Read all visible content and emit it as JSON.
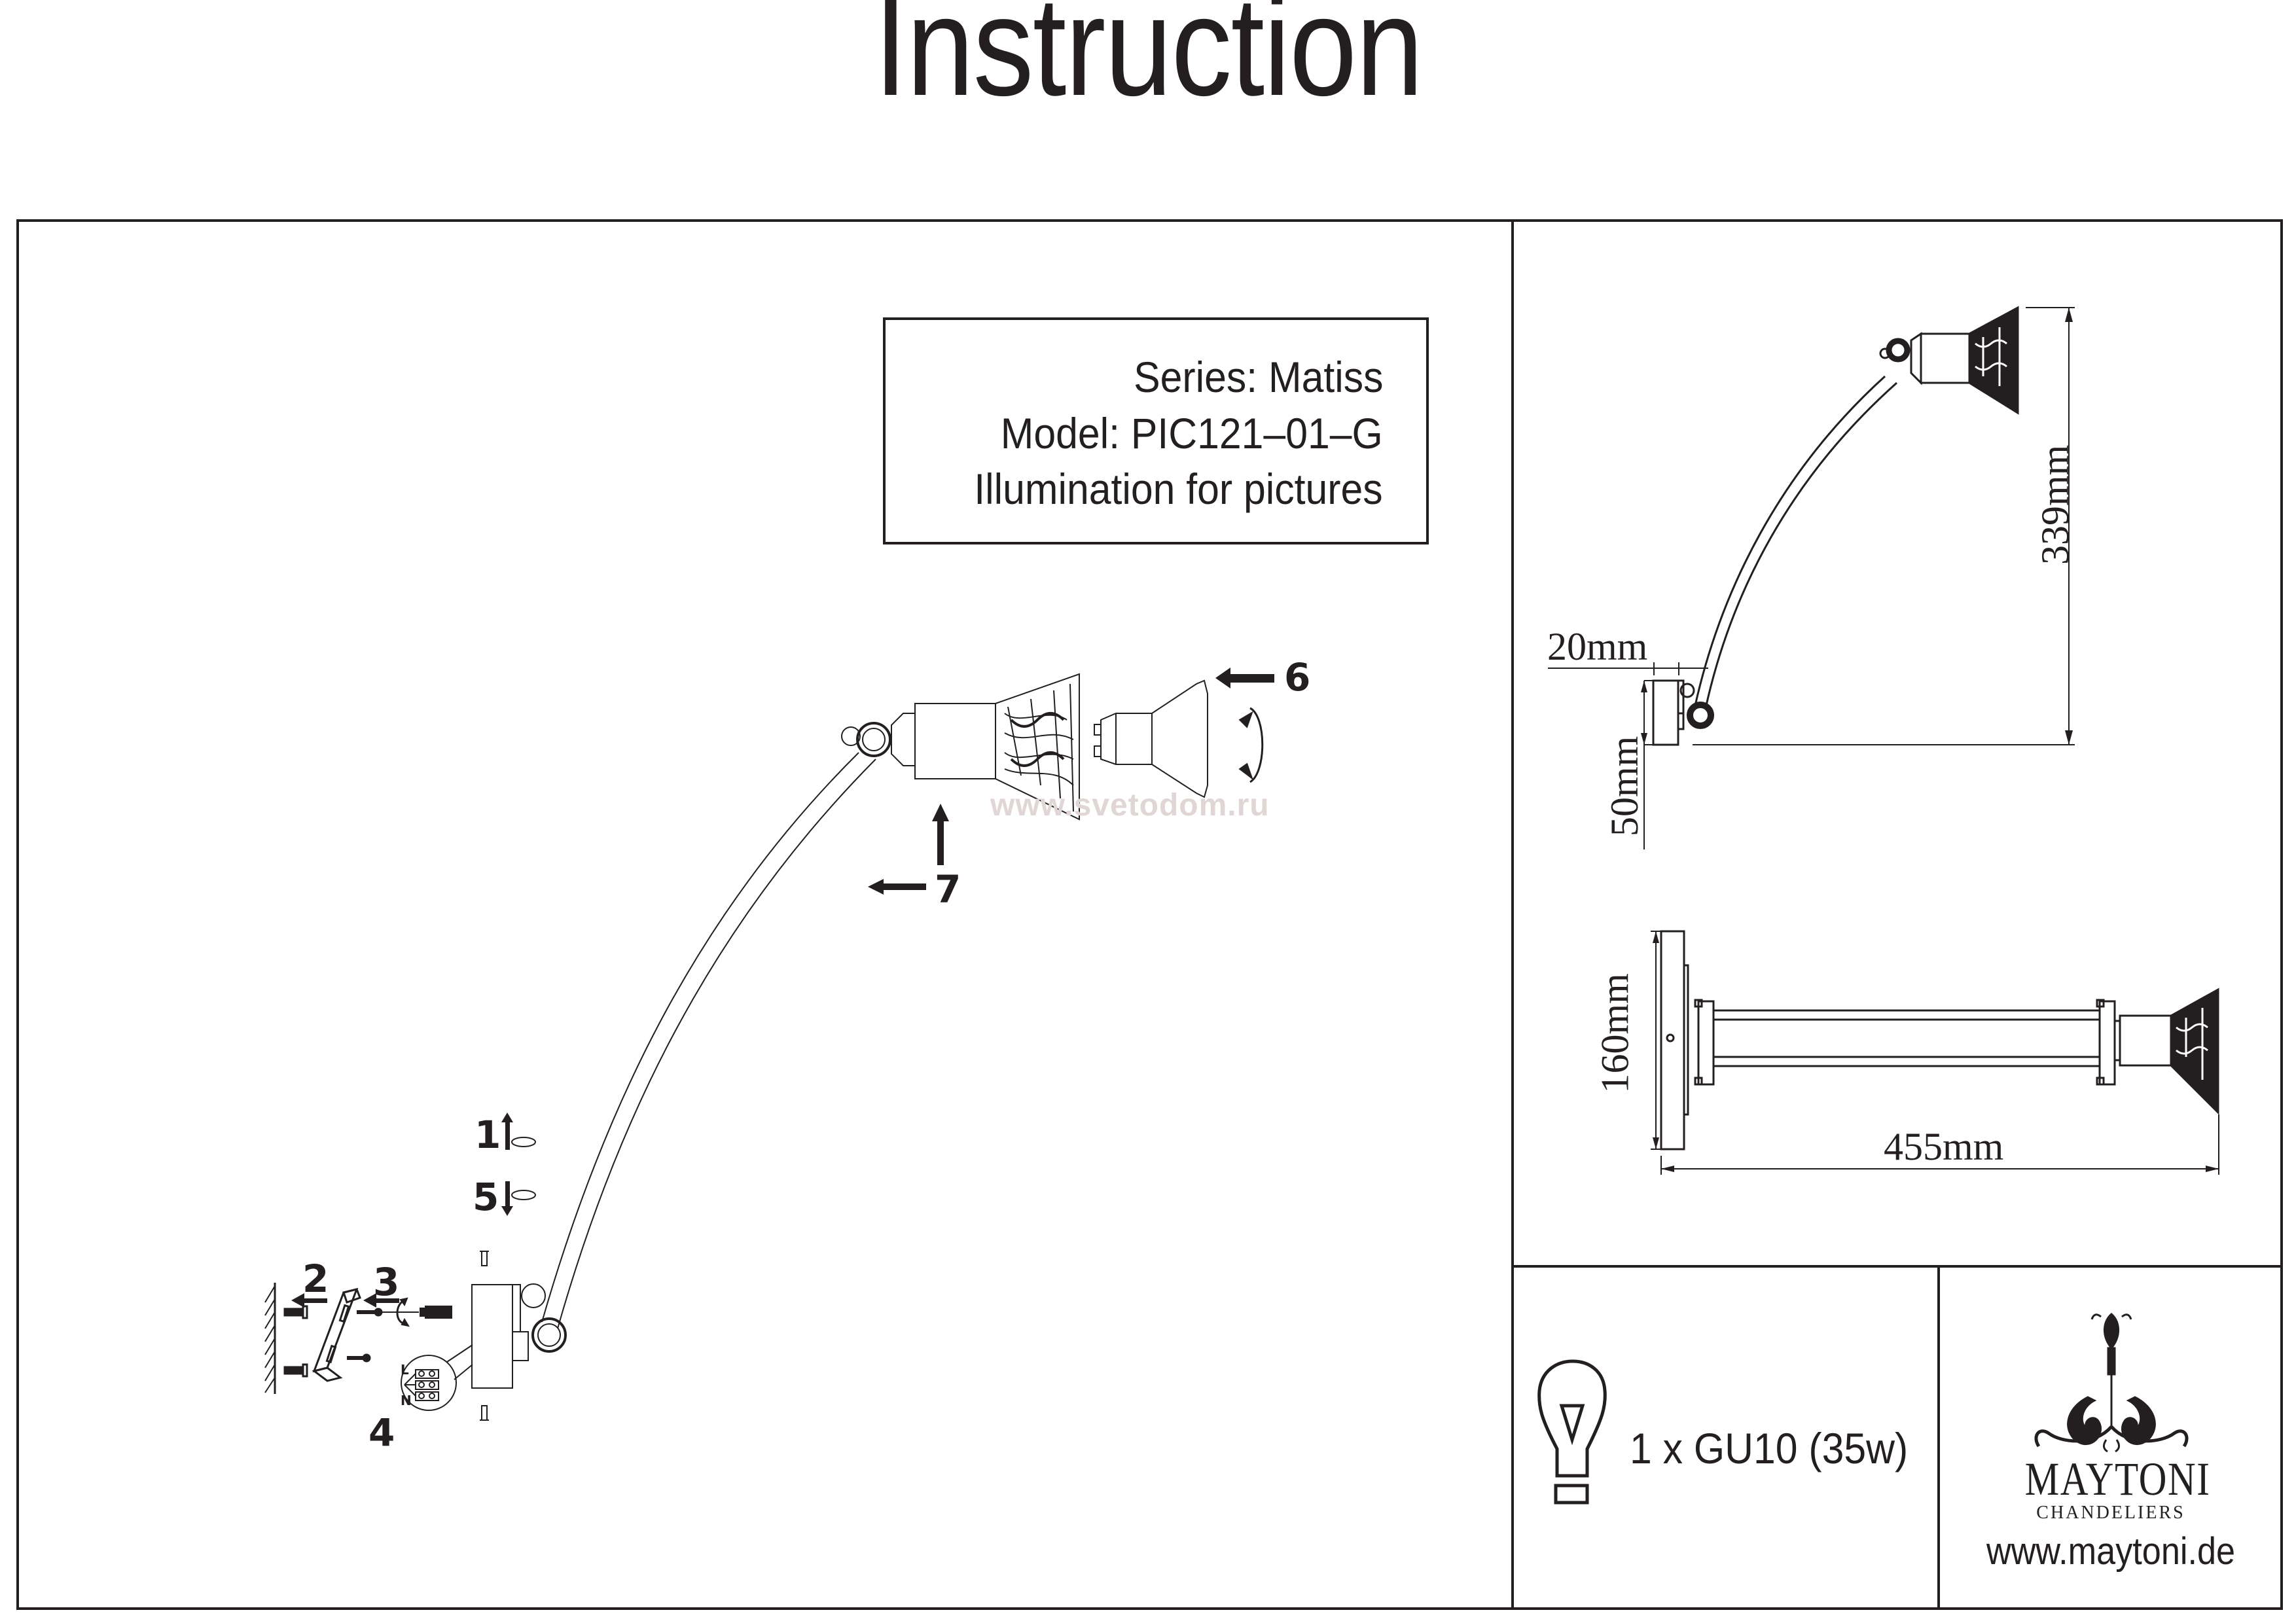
{
  "title": "Instruction",
  "product": {
    "series": "Series: Matiss",
    "model": "Model: PIC121–01–G",
    "description": "Illumination for pictures"
  },
  "assembly_steps": {
    "step1": "1",
    "step2": "2",
    "step3": "3",
    "step4": "4",
    "step5": "5",
    "step6": "6",
    "step7": "7"
  },
  "wiring_labels": {
    "live": "L",
    "neutral": "N"
  },
  "watermark": "www.svetodom.ru",
  "dimensions": {
    "height": "339mm",
    "depth": "20mm",
    "plate_height": "50mm",
    "plate_width": "160mm",
    "length": "455mm"
  },
  "bulb": {
    "spec": "1 x GU10 (35w)"
  },
  "brand": {
    "name": "MAYTONI",
    "subtitle": "CHANDELIERS",
    "url": "www.maytoni.de"
  },
  "icons": {
    "bulb": "light-bulb-icon",
    "logo": "chandelier-ornament-icon",
    "rotate": "rotate-arrow-icon",
    "screwdriver": "screwdriver-icon"
  },
  "colors": {
    "ink": "#231f20",
    "watermark": "#e0d6d6",
    "background": "#ffffff"
  }
}
